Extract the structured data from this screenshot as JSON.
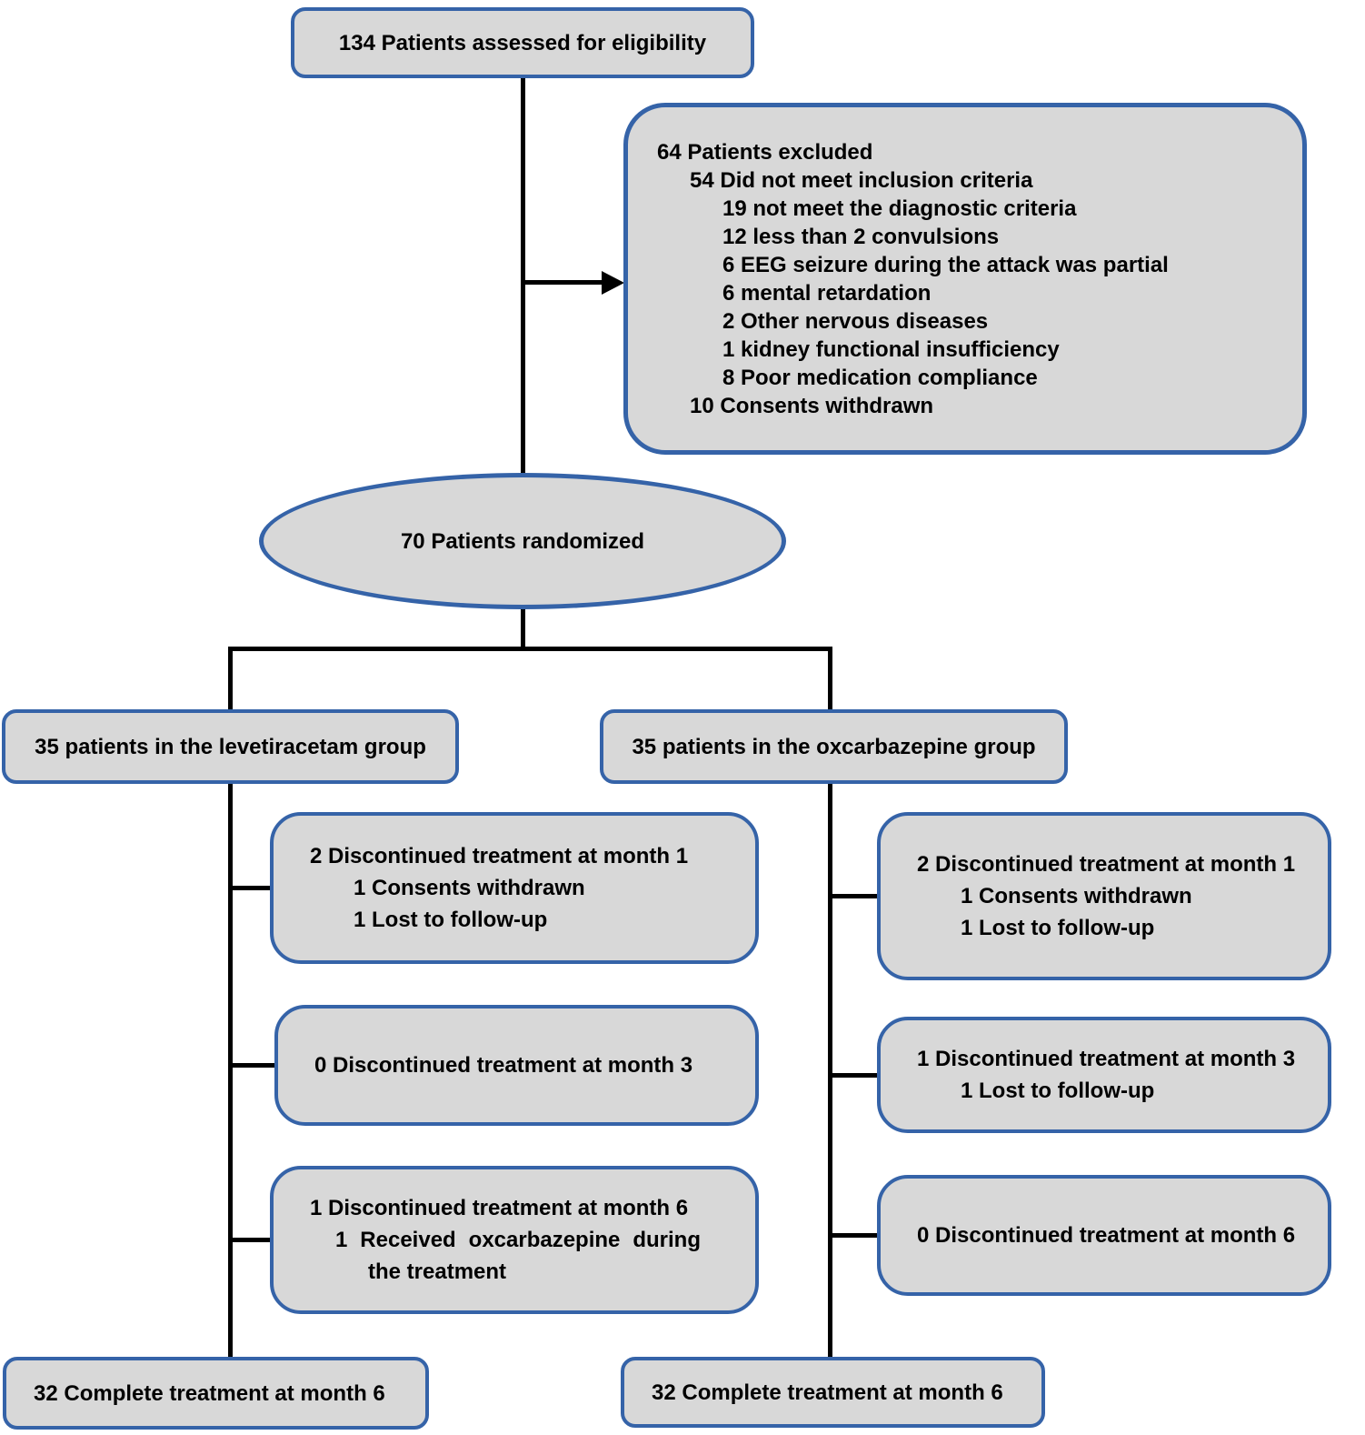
{
  "flowchart": {
    "eligibility": {
      "label": "134 Patients assessed for eligibility"
    },
    "excluded": {
      "lines": [
        {
          "text": "64 Patients excluded",
          "indent": 0
        },
        {
          "text": "54 Did not meet inclusion criteria",
          "indent": 1
        },
        {
          "text": "19 not meet the diagnostic criteria",
          "indent": 2
        },
        {
          "text": "12 less than 2 convulsions",
          "indent": 2
        },
        {
          "text": "6 EEG seizure during the attack was partial",
          "indent": 2
        },
        {
          "text": "6 mental retardation",
          "indent": 2
        },
        {
          "text": "2 Other nervous diseases",
          "indent": 2
        },
        {
          "text": "1 kidney functional insufficiency",
          "indent": 2
        },
        {
          "text": "8 Poor medication compliance",
          "indent": 2
        },
        {
          "text": "10 Consents withdrawn",
          "indent": 1
        }
      ]
    },
    "randomized": {
      "label": "70 Patients randomized"
    },
    "levetiracetam": {
      "group": {
        "label": "35 patients in the levetiracetam group"
      },
      "month1": {
        "lines": [
          {
            "text": "2 Discontinued treatment at month 1"
          },
          {
            "text": "1 Consents withdrawn"
          },
          {
            "text": "1 Lost to follow-up"
          }
        ]
      },
      "month3": {
        "lines": [
          {
            "text": "0 Discontinued treatment at month 3"
          }
        ]
      },
      "month6": {
        "lines": [
          {
            "text": "1 Discontinued treatment at month 6"
          },
          {
            "text": "1 Received oxcarbazepine during the treatment"
          }
        ]
      },
      "complete": {
        "label": "32 Complete treatment at month 6"
      }
    },
    "oxcarbazepine": {
      "group": {
        "label": "35 patients in the oxcarbazepine group"
      },
      "month1": {
        "lines": [
          {
            "text": "2 Discontinued treatment at month 1"
          },
          {
            "text": "1 Consents withdrawn"
          },
          {
            "text": "1 Lost to follow-up"
          }
        ]
      },
      "month3": {
        "lines": [
          {
            "text": "1 Discontinued treatment at month 3"
          },
          {
            "text": "1 Lost to follow-up"
          }
        ]
      },
      "month6": {
        "lines": [
          {
            "text": "0 Discontinued treatment at month 6"
          }
        ]
      },
      "complete": {
        "label": "32 Complete treatment at month 6"
      }
    }
  },
  "colors": {
    "box_fill": "#d8d8d8",
    "box_border": "#3563a8",
    "connector": "#000000"
  }
}
